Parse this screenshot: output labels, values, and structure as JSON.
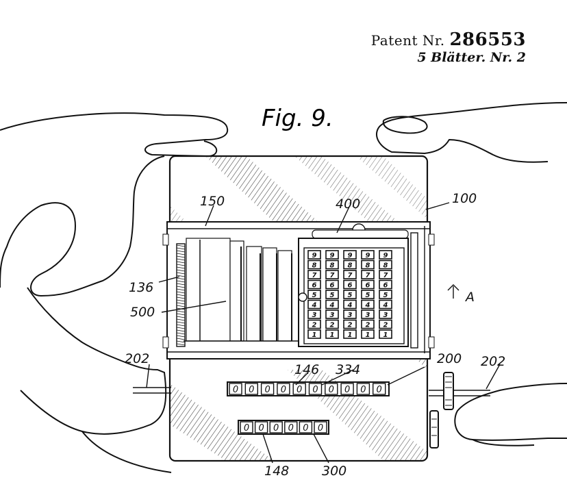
{
  "header": {
    "patent_label": "Patent",
    "number_label": "Nr.",
    "patent_number": "286553",
    "sheets": "5 Blätter.",
    "sheet_label": "Nr.",
    "sheet_number": "2"
  },
  "figure": {
    "title": "Fig. 9.",
    "reference_labels": {
      "r100": "100",
      "r136": "136",
      "r146": "146",
      "r148": "148",
      "r150": "150",
      "r200": "200",
      "r202_left": "202",
      "r202_right": "202",
      "r300": "300",
      "r334": "334",
      "r400": "400",
      "r500": "500",
      "arrow_a": "A"
    },
    "counter_digits_upper": [
      "0",
      "0",
      "0",
      "0",
      "0",
      "0",
      "0",
      "0",
      "0",
      "0"
    ],
    "counter_digits_lower": [
      "0",
      "0",
      "0",
      "0",
      "0",
      "0"
    ],
    "grid_rows": [
      "9",
      "8",
      "7",
      "6",
      "5",
      "4",
      "3",
      "2",
      "1"
    ]
  }
}
